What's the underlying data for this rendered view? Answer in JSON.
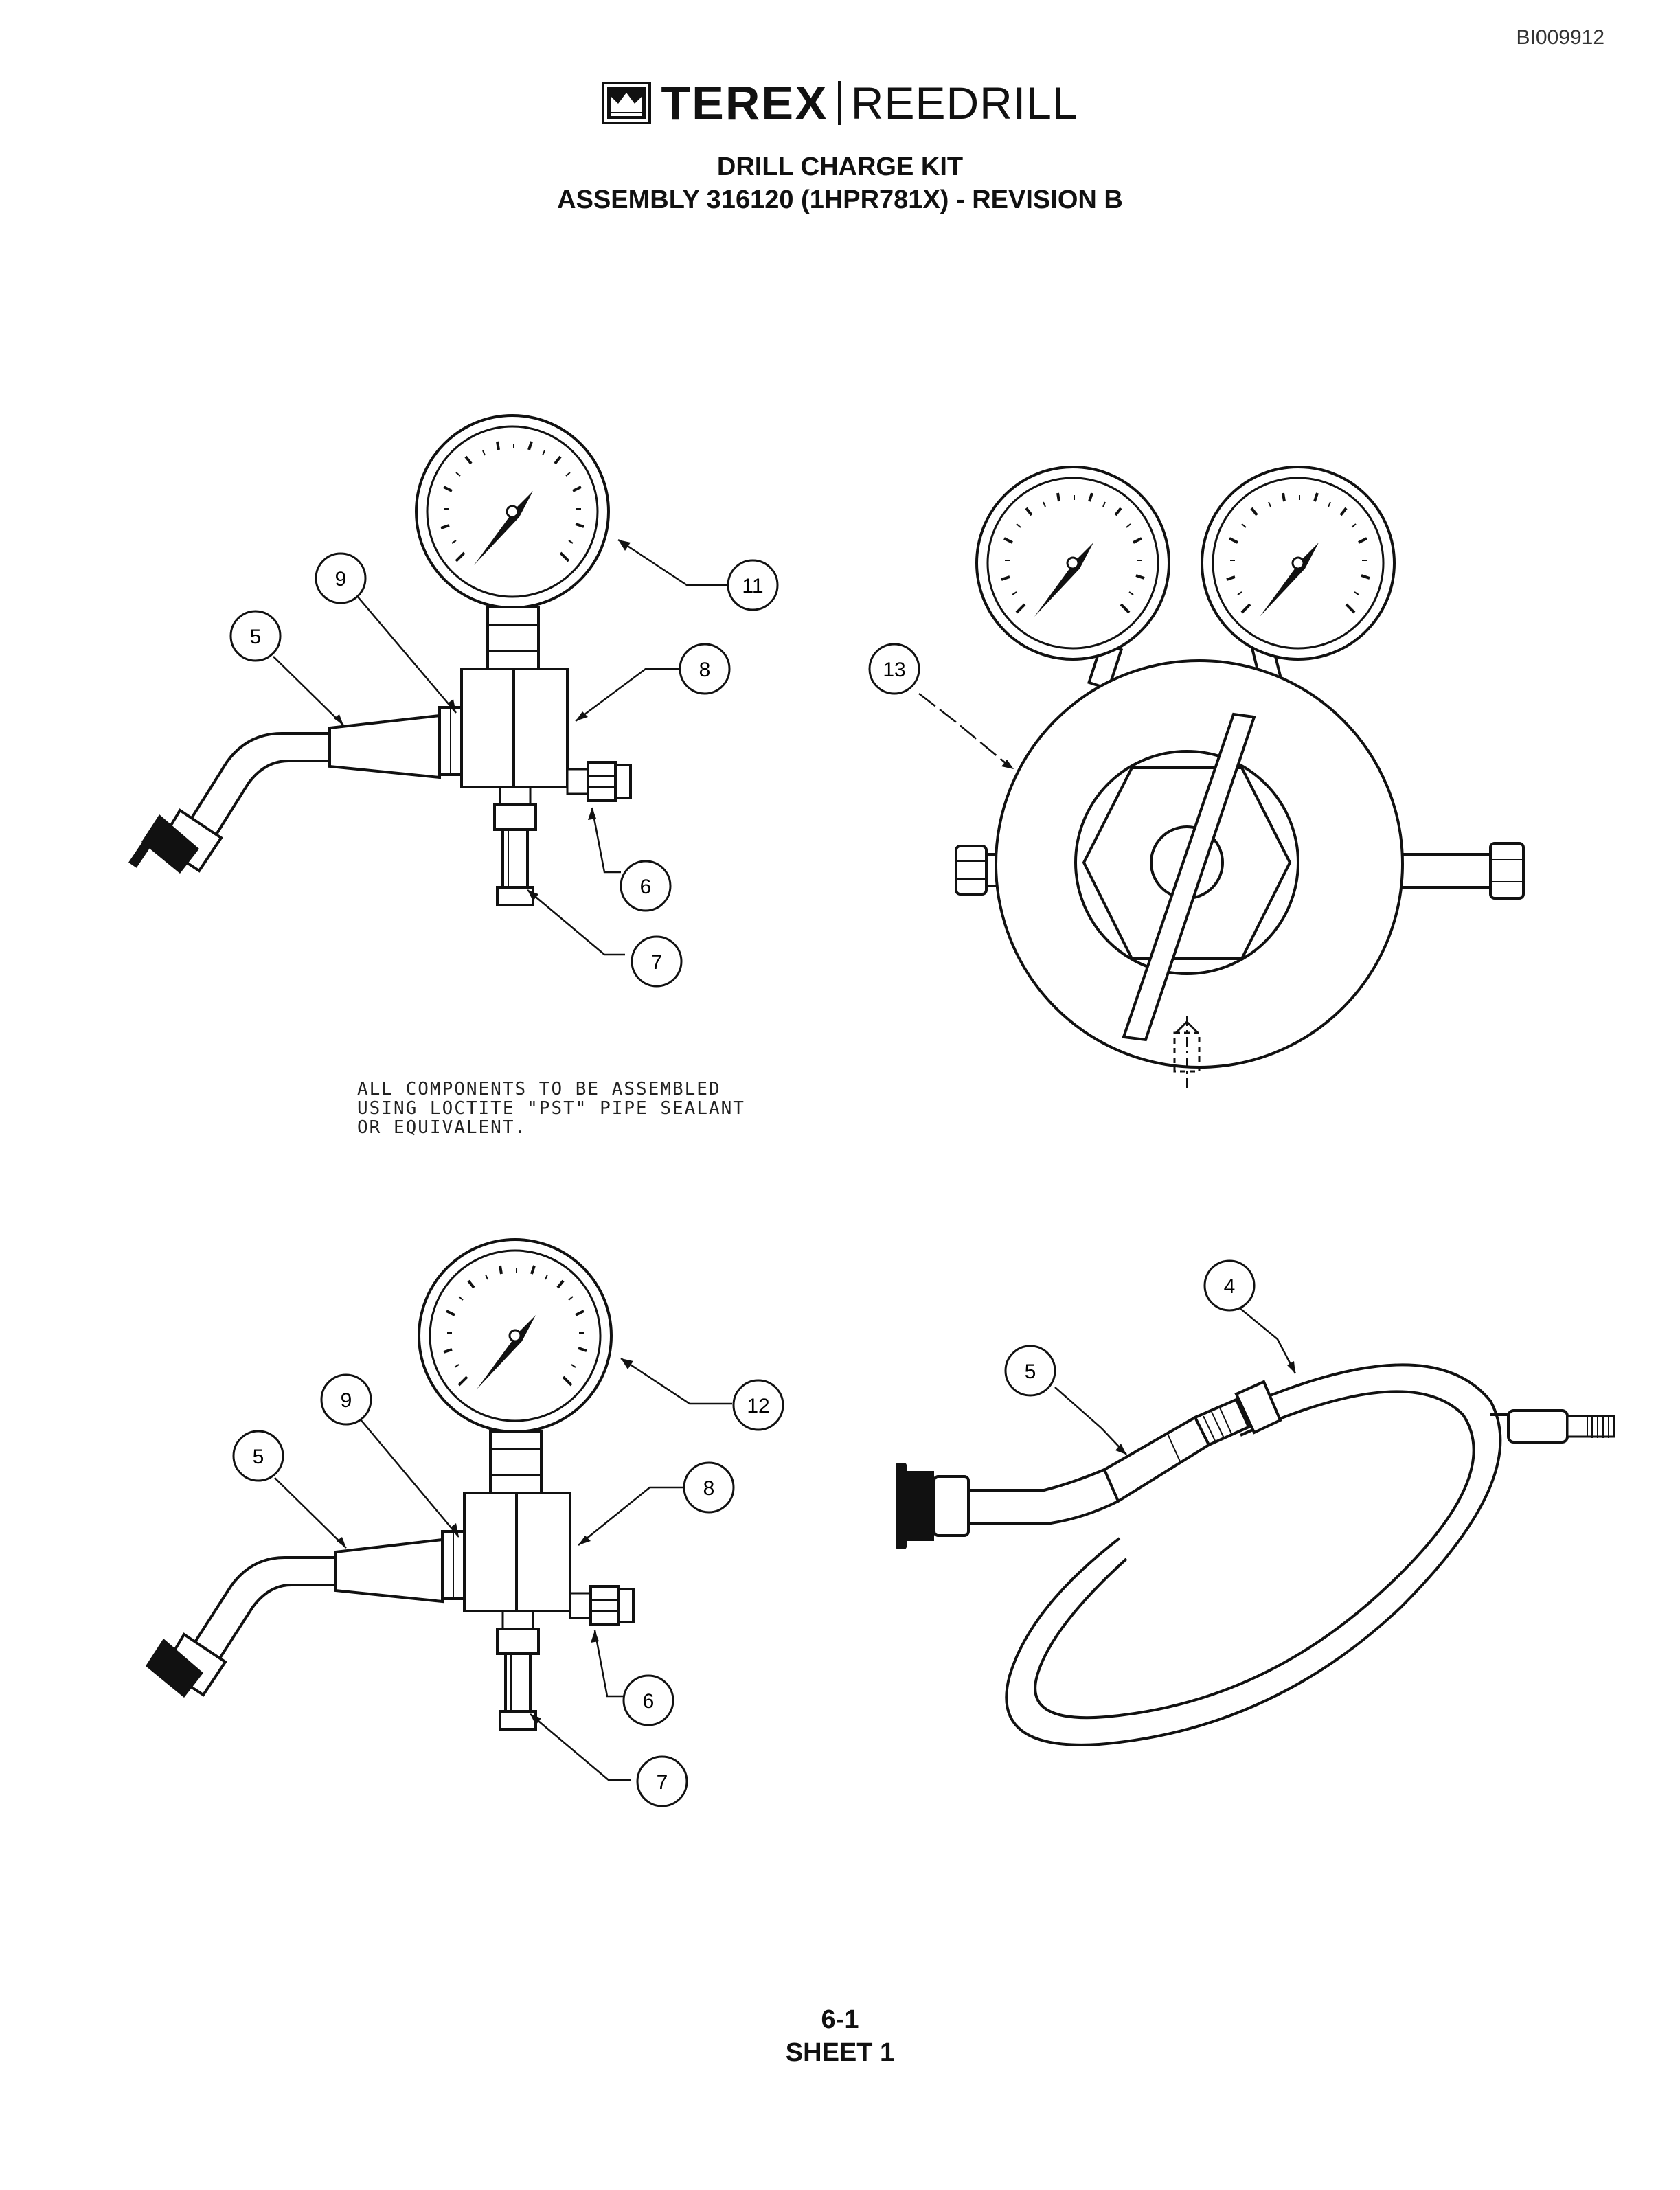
{
  "document": {
    "doc_id": "BI009912",
    "brand": {
      "name_bold": "TEREX",
      "name_light": "REEDRILL",
      "logo_icon": "terex-crown-logo-icon"
    },
    "title_line1": "DRILL CHARGE KIT",
    "title_line2": "ASSEMBLY 316120 (1HPR781X) - REVISION B",
    "note_lines": [
      "ALL COMPONENTS TO BE ASSEMBLED",
      "USING LOCTITE \"PST\" PIPE SEALANT",
      "OR EQUIVALENT."
    ],
    "page_number": "6-1",
    "sheet": "SHEET 1"
  },
  "callouts": {
    "top_left": [
      "11",
      "9",
      "5",
      "8",
      "6",
      "7"
    ],
    "top_right": [
      "13"
    ],
    "bottom_left": [
      "12",
      "9",
      "5",
      "8",
      "6",
      "7"
    ],
    "bottom_right": [
      "4",
      "5"
    ]
  }
}
